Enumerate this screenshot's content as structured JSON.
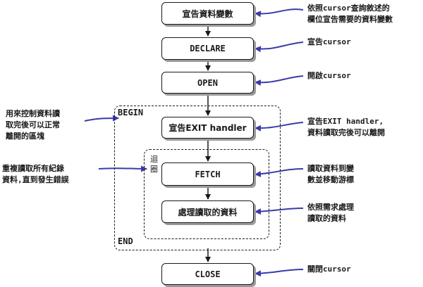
{
  "flow": {
    "declare_vars": "宣告資料變數",
    "declare": "DECLARE",
    "open": "OPEN",
    "exit_handler": "宣告EXIT handler",
    "fetch": "FETCH",
    "process": "處理讀取的資料",
    "close": "CLOSE"
  },
  "regions": {
    "begin": "BEGIN",
    "end": "END",
    "loop_chars": [
      "迴",
      "圈"
    ]
  },
  "notes": {
    "declare_vars": [
      "依照cursor查詢敘述的",
      "欄位宣告需要的資料變數"
    ],
    "declare": [
      "宣告cursor"
    ],
    "open": [
      "開啟cursor"
    ],
    "exit_handler": [
      "宣告EXIT handler,",
      "資料讀取完後可以離開"
    ],
    "fetch": [
      "讀取資料到變",
      "數並移動游標"
    ],
    "process": [
      "依照需求處理",
      "讀取的資料"
    ],
    "close": [
      "關閉cursor"
    ],
    "begin_block": [
      "用來控制資料讀",
      "取完後可以正常",
      "離開的區塊"
    ],
    "loop": [
      "重複讀取所有紀錄",
      "資料,直到發生錯誤"
    ]
  },
  "colors": {
    "flow_line": "#1a1a1a",
    "annotation_arrow": "#3b3aa8",
    "shadow": "#9a9a9a"
  }
}
